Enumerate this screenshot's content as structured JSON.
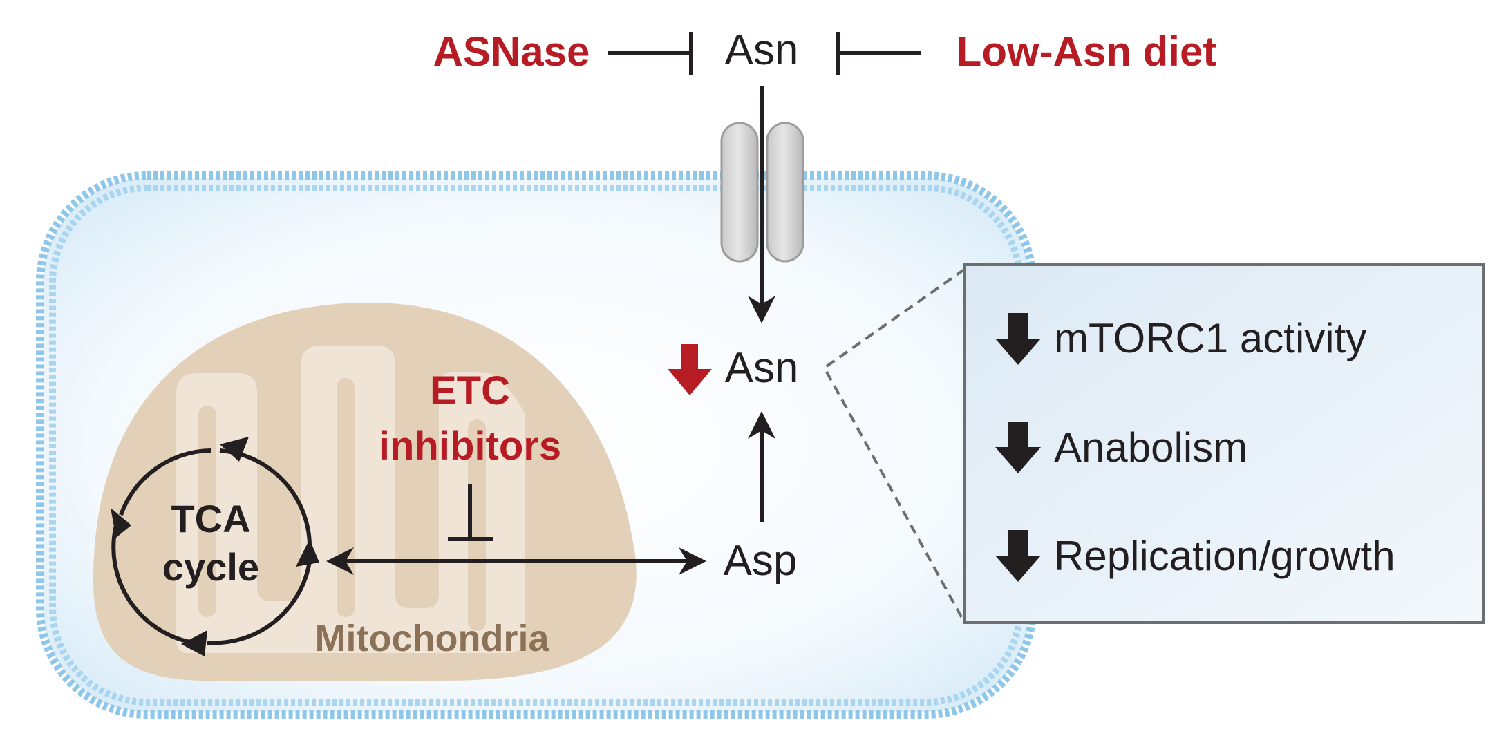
{
  "inhibitors_top": {
    "left": "ASNase",
    "right": "Low-Asn diet"
  },
  "metabolites": {
    "asn_extracellular": "Asn",
    "asn_intracellular": "Asn",
    "asp": "Asp"
  },
  "etc": {
    "line1": "ETC",
    "line2": "inhibitors"
  },
  "tca": {
    "line1": "TCA",
    "line2": "cycle"
  },
  "organelle": {
    "label": "Mitochondria"
  },
  "effects_box": {
    "items": [
      {
        "label": "mTORC1 activity",
        "direction": "down"
      },
      {
        "label": "Anabolism",
        "direction": "down"
      },
      {
        "label": "Replication/growth",
        "direction": "down"
      }
    ]
  },
  "colors": {
    "inhibitor_red": "#b71c25",
    "membrane_blue": "#8ec7ea",
    "cell_fill": "#eef6fc",
    "mitochondria_tan": "#e2d0b8",
    "mito_label": "#8b7257",
    "box_fill": "#e3eef7",
    "ink": "#231f20"
  }
}
